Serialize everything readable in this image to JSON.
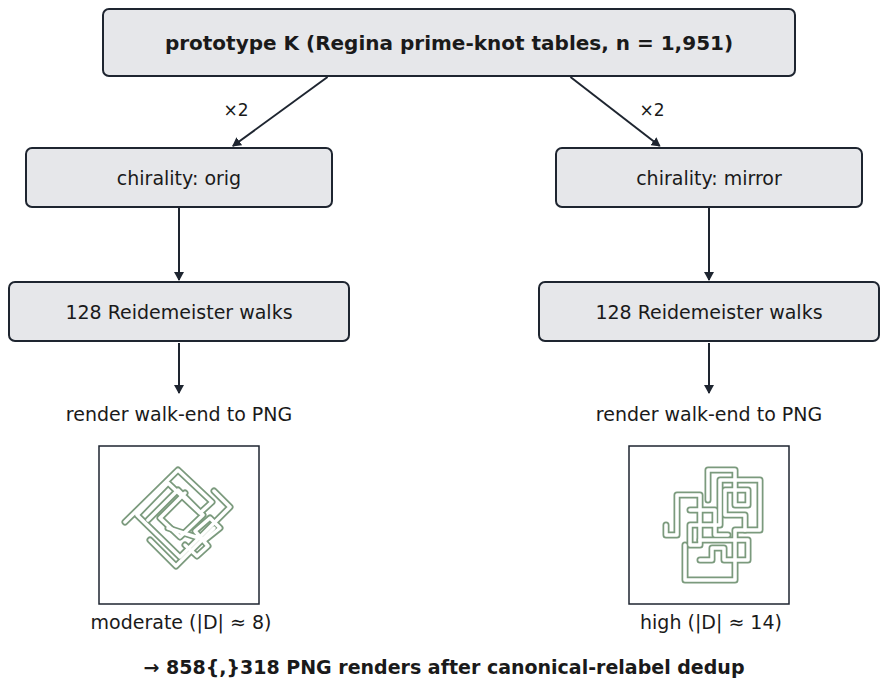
{
  "diagram": {
    "nodes": [
      {
        "text": [
          "prototype K  (Regina prime-knot tables, n = 1,951)"
        ]
      },
      {
        "text": [
          "chirality: orig"
        ]
      },
      {
        "text": [
          "chirality: mirror"
        ]
      },
      {
        "text": [
          "128 Reidemeister walks"
        ]
      },
      {
        "text": [
          "128 Reidemeister walks"
        ]
      }
    ],
    "edges": [
      {
        "from": 0,
        "to": 1,
        "arrow": "to",
        "label": "×2"
      },
      {
        "from": 0,
        "to": 2,
        "arrow": "to",
        "label": "×2"
      },
      {
        "from": 1,
        "to": 3,
        "arrow": "to"
      },
      {
        "from": 2,
        "to": 4,
        "arrow": "to"
      }
    ],
    "labels": [
      "render walk-end to PNG",
      "render walk-end to PNG",
      "moderate (|D| ≈ 8)",
      "high (|D| ≈ 14)",
      "→ 858{,}318 PNG renders after canonical-relabel dedup"
    ]
  }
}
